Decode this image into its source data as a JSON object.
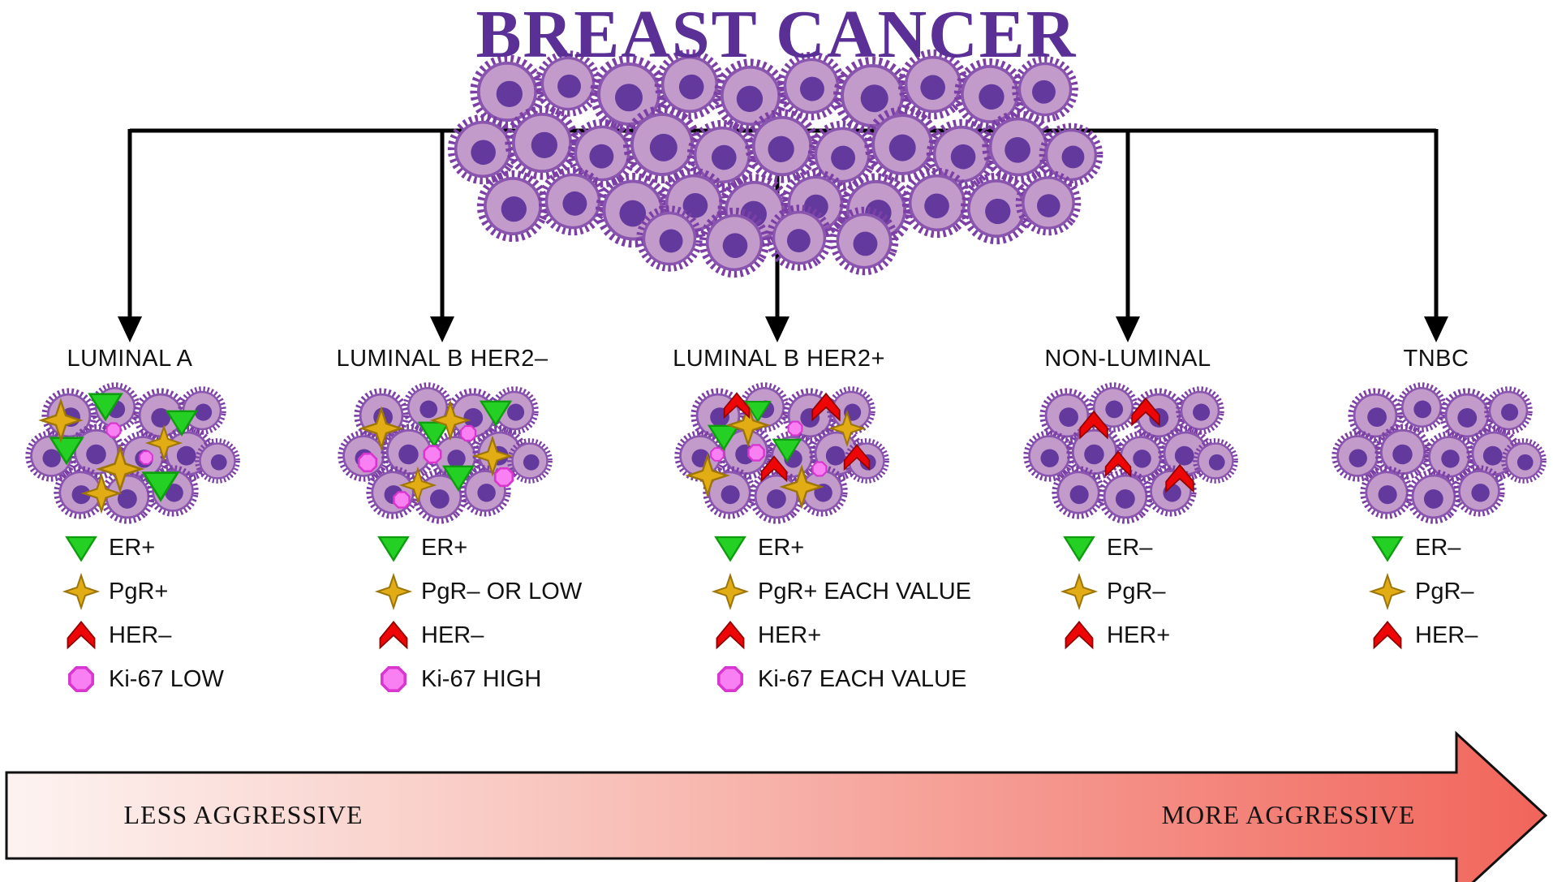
{
  "title": "BREAST CANCER",
  "subtypes": [
    {
      "name": "LUMINAL A",
      "legend": [
        {
          "marker": "er-triangle",
          "label": "ER+"
        },
        {
          "marker": "pgr-star",
          "label": "PgR+"
        },
        {
          "marker": "her-chevron",
          "label": "HER–"
        },
        {
          "marker": "ki67-octagon",
          "label": "Ki-67 LOW"
        }
      ]
    },
    {
      "name": "LUMINAL B HER2–",
      "legend": [
        {
          "marker": "er-triangle",
          "label": "ER+"
        },
        {
          "marker": "pgr-star",
          "label": "PgR– OR LOW"
        },
        {
          "marker": "her-chevron",
          "label": "HER–"
        },
        {
          "marker": "ki67-octagon",
          "label": "Ki-67 HIGH"
        }
      ]
    },
    {
      "name": "LUMINAL B HER2+",
      "legend": [
        {
          "marker": "er-triangle",
          "label": "ER+"
        },
        {
          "marker": "pgr-star",
          "label": "PgR+ EACH VALUE"
        },
        {
          "marker": "her-chevron",
          "label": "HER+"
        },
        {
          "marker": "ki67-octagon",
          "label": "Ki-67 EACH VALUE"
        }
      ]
    },
    {
      "name": "NON-LUMINAL",
      "legend": [
        {
          "marker": "er-triangle",
          "label": "ER–"
        },
        {
          "marker": "pgr-star",
          "label": "PgR–"
        },
        {
          "marker": "her-chevron",
          "label": "HER+"
        }
      ]
    },
    {
      "name": "TNBC",
      "legend": [
        {
          "marker": "er-triangle",
          "label": "ER–"
        },
        {
          "marker": "pgr-star",
          "label": "PgR–"
        },
        {
          "marker": "her-chevron",
          "label": "HER–"
        }
      ]
    }
  ],
  "axis": {
    "left_label": "LESS AGGRESSIVE",
    "right_label": "MORE AGGRESSIVE"
  },
  "colors": {
    "title": "#5a2f96",
    "er_marker": "#25d025",
    "pgr_marker": "#e2ac15",
    "her_marker": "#ee0606",
    "ki67_marker": "#f980f2",
    "cell_body": "#c29bca",
    "cell_outline": "#7b3fa6",
    "cell_nucleus": "#63399e",
    "connector": "#000000",
    "arrow_gradient_start": "#fdf3f1",
    "arrow_gradient_end": "#f1655b"
  }
}
